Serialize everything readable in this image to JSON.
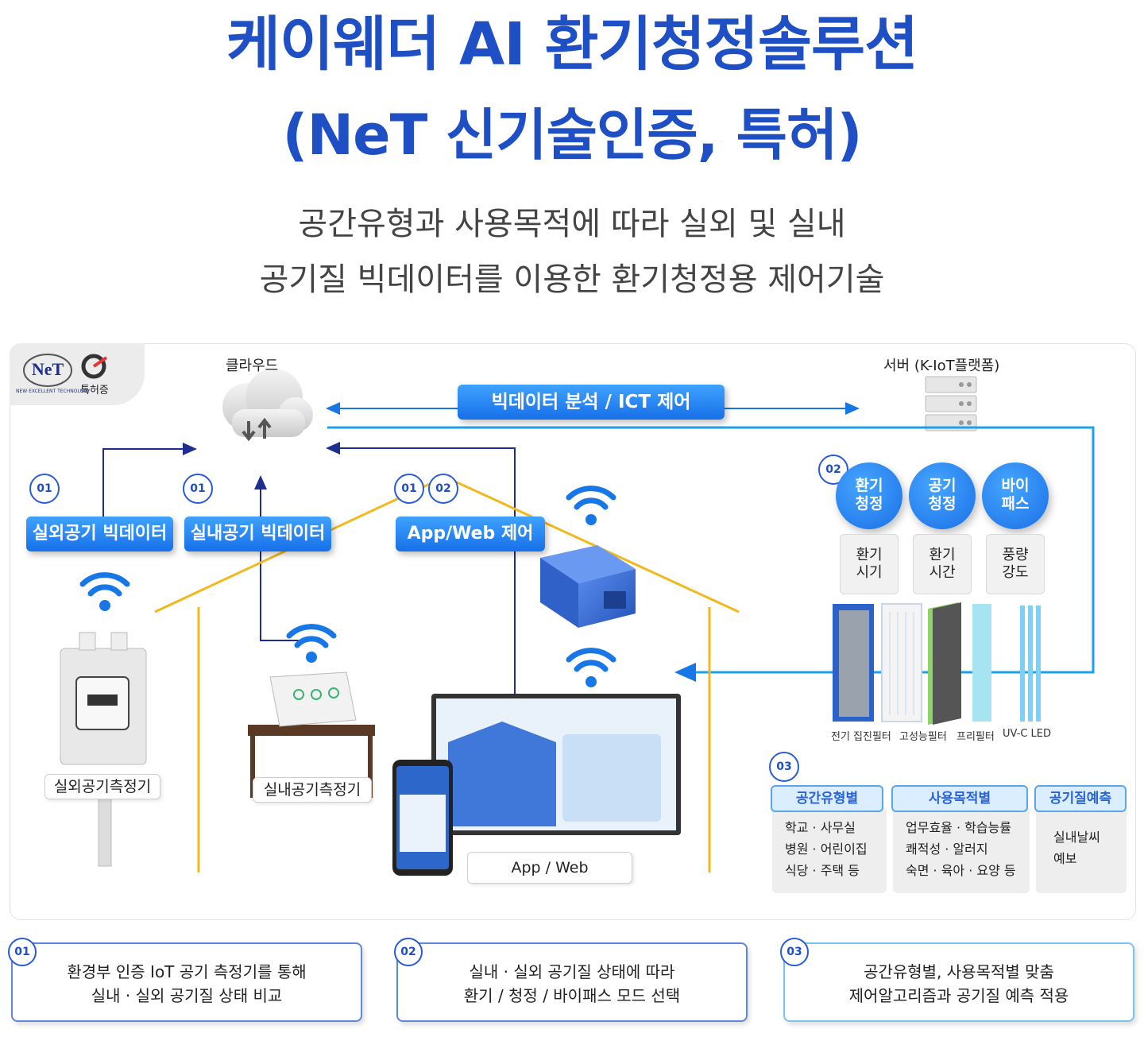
{
  "header": {
    "title_line1": "케이웨더 AI 환기청정솔루션",
    "title_line2": "(NeT 신기술인증, 특허)",
    "subtitle_line1": "공간유형과 사용목적에 따라 실외 및 실내",
    "subtitle_line2": "공기질 빅데이터를 이용한 환기청정용 제어기술"
  },
  "logos": {
    "net_mark": "NeT",
    "net_caption": "NEW EXCELLENT TECHNOLOGY",
    "patent_label": "특허증"
  },
  "diagram": {
    "cloud_label": "클라우드",
    "server_label": "서버 (K-IoT플랫폼)",
    "center_banner": "빅데이터 분석 / ICT 제어",
    "badges": [
      {
        "num": "01",
        "label": "실외공기 빅데이터"
      },
      {
        "num": "01",
        "label": "실내공기 빅데이터"
      },
      {
        "num": "01",
        "num2": "02",
        "label": "App/Web 제어"
      }
    ],
    "modes_num": "02",
    "modes": [
      {
        "circle_l1": "환기",
        "circle_l2": "청정",
        "box_l1": "환기",
        "box_l2": "시기"
      },
      {
        "circle_l1": "공기",
        "circle_l2": "청정",
        "box_l1": "환기",
        "box_l2": "시간"
      },
      {
        "circle_l1": "바이",
        "circle_l2": "패스",
        "box_l1": "풍량",
        "box_l2": "강도"
      }
    ],
    "filters": [
      "전기 집진필터",
      "고성능필터",
      "프리필터",
      "UV-C LED"
    ],
    "devices": {
      "outdoor": "실외공기측정기",
      "indoor": "실내공기측정기",
      "app_web": "App / Web"
    },
    "categories_num": "03",
    "categories": [
      {
        "title": "공간유형별",
        "items": [
          "학교 · 사무실",
          "병원 · 어린이집",
          "식당 · 주택 등"
        ]
      },
      {
        "title": "사용목적별",
        "items": [
          "업무효율 · 학습능률",
          "쾌적성 · 알러지",
          "숙면 · 육아 · 요양 등"
        ]
      },
      {
        "title": "공기질예측",
        "items": [
          "실내날씨",
          "예보"
        ]
      }
    ]
  },
  "bottom": [
    {
      "num": "01",
      "line1": "환경부 인증 IoT 공기 측정기를 통해",
      "line2": "실내 · 실외 공기질 상태 비교"
    },
    {
      "num": "02",
      "line1": "실내 · 실외 공기질 상태에 따라",
      "line2": "환기 / 청정 / 바이패스 모드 선택"
    },
    {
      "num": "03",
      "line1": "공간유형별, 사용목적별  맞춤",
      "line2": "제어알고리즘과 공기질 예측 적용"
    }
  ],
  "colors": {
    "title_blue": "#1f4fc4",
    "accent_blue": "#1770e8",
    "roof_yellow": "#f2b91e",
    "arrow_navy": "#1e2e8f"
  }
}
